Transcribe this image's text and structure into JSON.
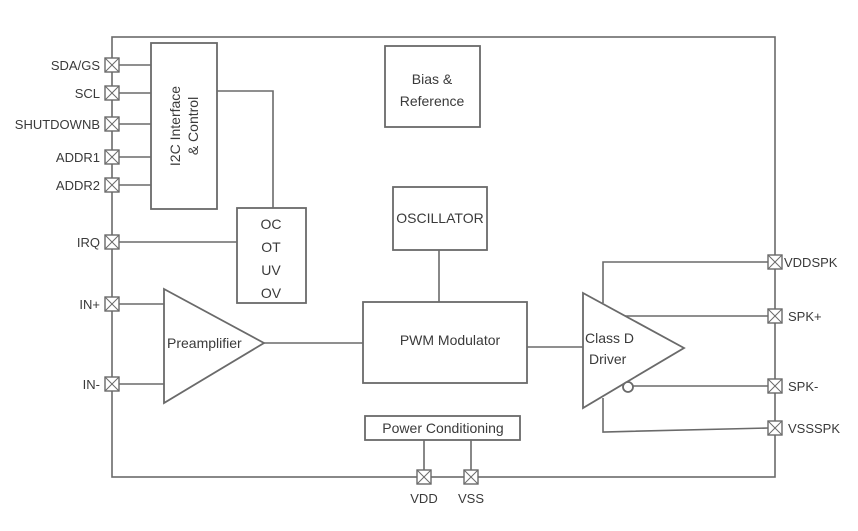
{
  "diagram": {
    "title": "Class D amplifier block diagram",
    "blocks": {
      "i2c": {
        "line1": "I2C Interface",
        "line2": "& Control"
      },
      "bias": {
        "line1": "Bias &",
        "line2": "Reference"
      },
      "faults": {
        "items": [
          "OC",
          "OT",
          "UV",
          "OV"
        ]
      },
      "oscillator": {
        "label": "OSCILLATOR"
      },
      "preamp": {
        "label": "Preamplifier"
      },
      "pwm": {
        "label": "PWM Modulator"
      },
      "classd": {
        "line1": "Class D",
        "line2": "Driver"
      },
      "power": {
        "label": "Power Conditioning"
      }
    },
    "pins": {
      "left": [
        "SDA/GS",
        "SCL",
        "SHUTDOWNB",
        "ADDR1",
        "ADDR2",
        "IRQ",
        "IN+",
        "IN-"
      ],
      "right": [
        "VDDSPK",
        "SPK+",
        "SPK-",
        "VSSSPK"
      ],
      "bottom": [
        "VDD",
        "VSS"
      ]
    }
  }
}
